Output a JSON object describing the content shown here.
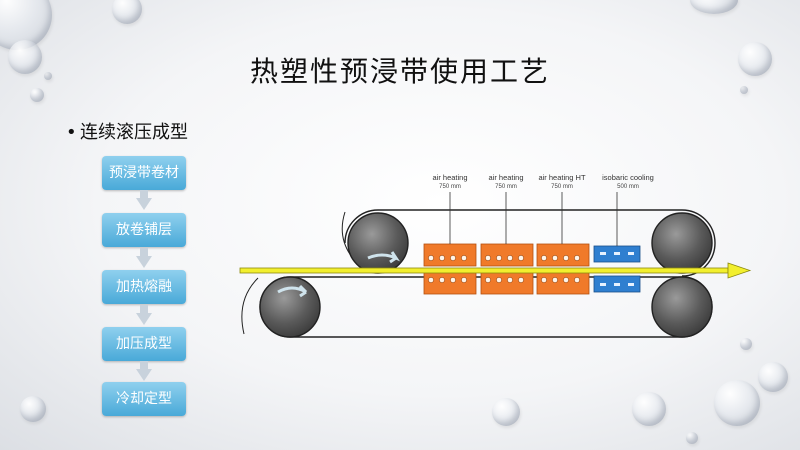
{
  "title": "热塑性预浸带使用工艺",
  "bullet": "连续滚压成型",
  "steps": [
    {
      "label": "预浸带卷材"
    },
    {
      "label": "放卷铺层"
    },
    {
      "label": "加热熔融"
    },
    {
      "label": "加压成型"
    },
    {
      "label": "冷却定型"
    }
  ],
  "zones": [
    {
      "name": "air heating",
      "temp": "750 mm"
    },
    {
      "name": "air heating",
      "temp": "750 mm"
    },
    {
      "name": "air heating HT",
      "temp": "750 mm"
    },
    {
      "name": "isobaric cooling",
      "temp": "500 mm"
    }
  ],
  "colors": {
    "step_box": "#49a9d8",
    "heating_block": "#f07a2a",
    "cooling_block": "#2f7fd0",
    "tape": "#f2ef2e",
    "roller": "#5a5a5a"
  }
}
